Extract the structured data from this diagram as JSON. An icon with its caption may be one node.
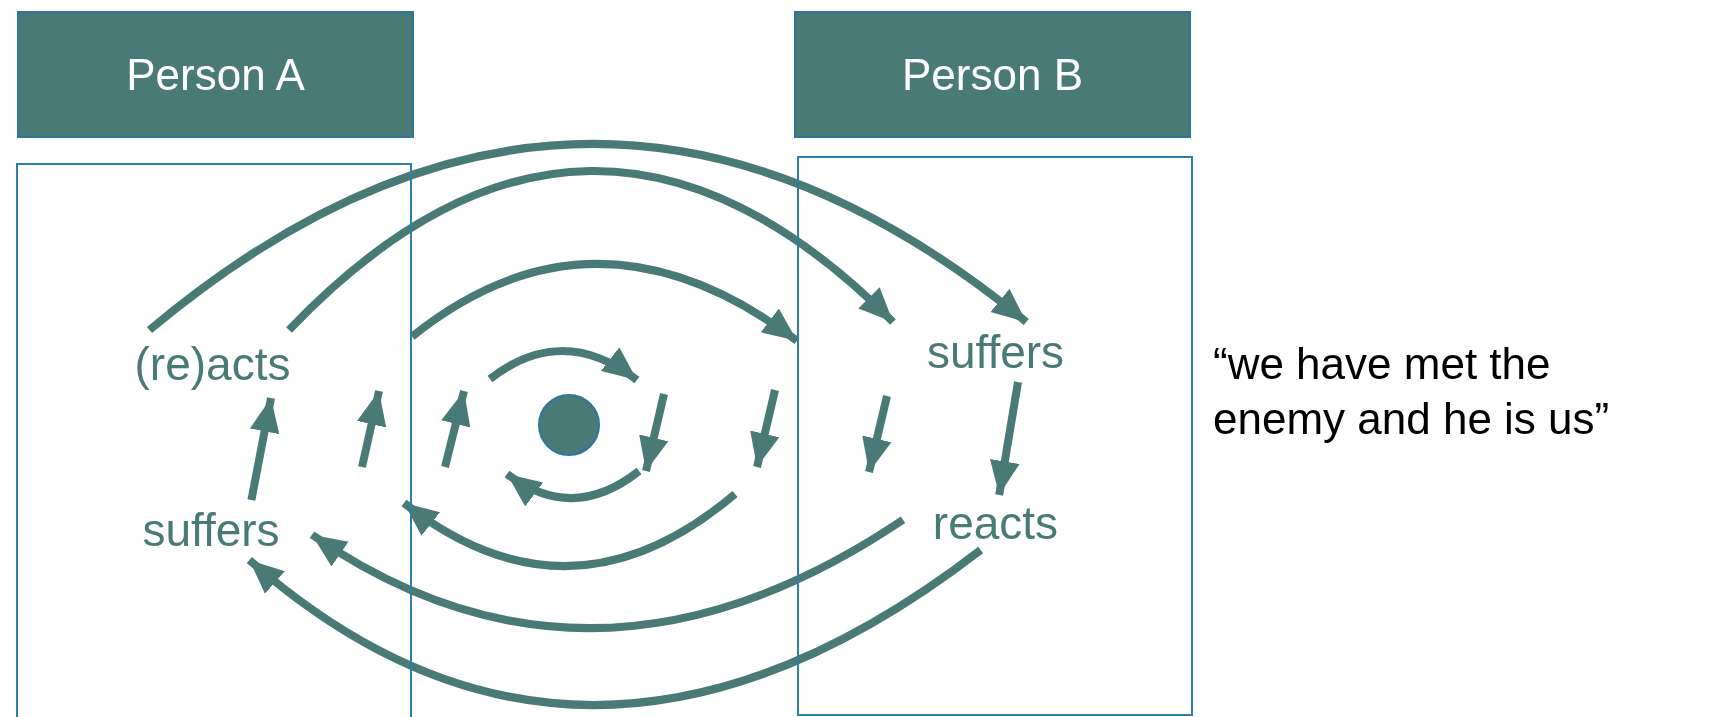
{
  "diagram": {
    "nodes": [
      {
        "text": [
          "Person A"
        ]
      },
      {
        "text": [],
        "shape": "box"
      },
      {
        "text": [
          "(re)acts"
        ],
        "in": 1
      },
      {
        "text": [
          "suffers"
        ],
        "in": 1
      },
      {
        "text": [
          "Person B"
        ]
      },
      {
        "text": [],
        "shape": "box"
      },
      {
        "text": [
          "suffers"
        ],
        "in": 5
      },
      {
        "text": [
          "reacts"
        ],
        "in": 5
      },
      {
        "text": [],
        "shape": "circle"
      }
    ],
    "edges": [
      {
        "from": 2,
        "to": 6,
        "arrow": "to"
      },
      {
        "from": 2,
        "to": 6,
        "arrow": "to"
      },
      {
        "from": 6,
        "to": 7,
        "arrow": "to"
      },
      {
        "from": 7,
        "to": 3,
        "arrow": "to"
      },
      {
        "from": 7,
        "to": 3,
        "arrow": "to"
      },
      {
        "from": 3,
        "to": 2,
        "arrow": "to"
      },
      {
        "from": 1,
        "to": 5,
        "arrow": "to"
      }
    ],
    "labels": [
      "“we have met the enemy and he is us”"
    ]
  }
}
